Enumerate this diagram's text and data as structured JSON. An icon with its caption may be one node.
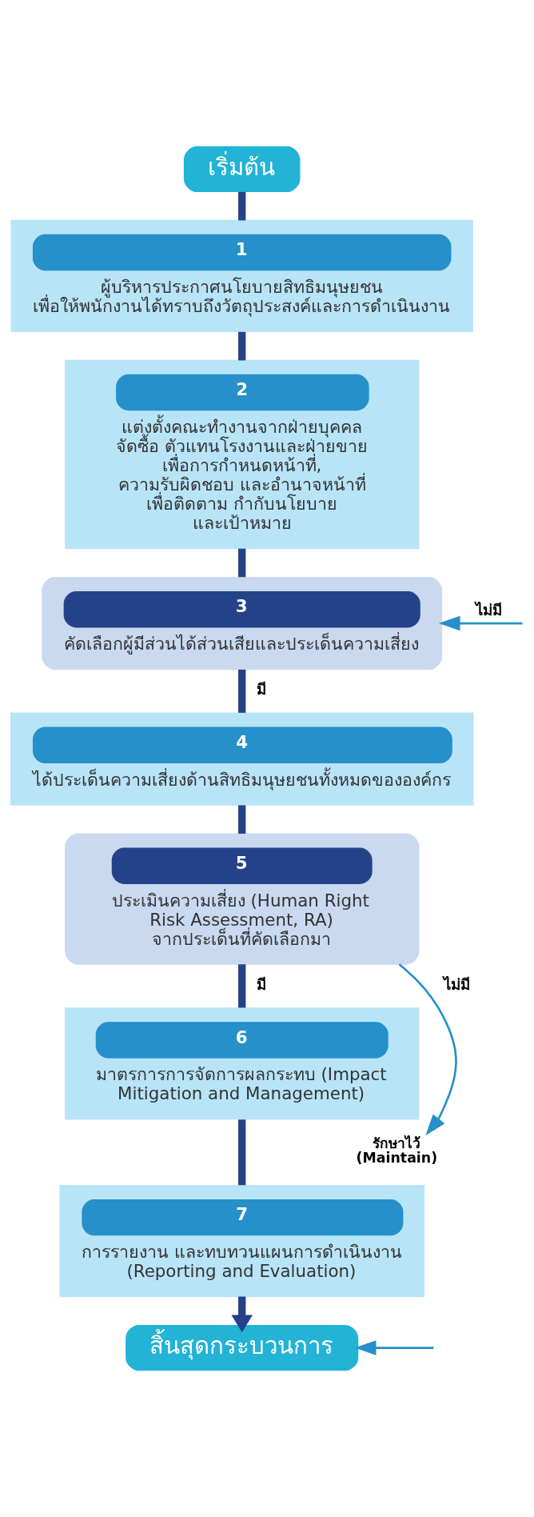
{
  "diagram": {
    "nodes": [
      {
        "text": [
          "เริ่มต้น"
        ]
      },
      {
        "text": [
          "1",
          "ผู้บริหารประกาศนโยบายสิทธิมนุษยชน เพื่อให้พนักงานได้ทราบถึงวัตถุประสงค์และการดำเนินงาน"
        ]
      },
      {
        "text": [
          "2",
          "แต่งตั้งคณะทำงานจากฝ่ายบุคคล จัดซื้อ ตัวแทนโรงงานและฝ่ายขาย เพื่อการกำหนดหน้าที่, ความรับผิดชอบ และอำนาจหน้าที่ เพื่อติดตาม กำกับนโยบาย และเป้าหมาย"
        ]
      },
      {
        "text": [
          "3",
          "คัดเลือกผู้มีส่วนได้ส่วนเสียและประเด็นความเสี่ยง"
        ]
      },
      {
        "text": [
          "4",
          "ได้ประเด็นความเสี่ยงด้านสิทธิมนุษยชนทั้งหมดขององค์กร"
        ]
      },
      {
        "text": [
          "5",
          "ประเมินความเสี่ยง (Human Right Risk Assessment, RA) จากประเด็นที่คัดเลือกมา"
        ]
      },
      {
        "text": [
          "6",
          "มาตรการการจัดการผลกระทบ (Impact Mitigation and Management)"
        ]
      },
      {
        "text": [
          "7",
          "การรายงาน และทบทวนแผนการดำเนินงาน (Reporting and Evaluation)"
        ]
      },
      {
        "text": [
          "รักษาไว้ (Maintain)"
        ]
      },
      {
        "text": [
          "สิ้นสุดกระบวนการ"
        ]
      }
    ],
    "edges": [
      {
        "from": 0,
        "to": 1,
        "arrow": "none"
      },
      {
        "from": 1,
        "to": 2,
        "arrow": "none"
      },
      {
        "from": 2,
        "to": 3,
        "arrow": "none"
      },
      {
        "from": null,
        "to": 3,
        "arrow": "to",
        "label": "ไม่มี",
        "color": "#2590c9"
      },
      {
        "from": 3,
        "to": 4,
        "arrow": "none",
        "label": "มี"
      },
      {
        "from": 4,
        "to": 5,
        "arrow": "none"
      },
      {
        "from": 5,
        "to": 8,
        "arrow": "to",
        "label": "ไม่มี",
        "color": "#2590c9"
      },
      {
        "from": 5,
        "to": 6,
        "arrow": "none",
        "label": "มี"
      },
      {
        "from": 6,
        "to": 7,
        "arrow": "none"
      },
      {
        "from": 7,
        "to": 9,
        "arrow": "to"
      },
      {
        "from": null,
        "to": 9,
        "arrow": "to",
        "color": "#2590c9"
      }
    ]
  }
}
